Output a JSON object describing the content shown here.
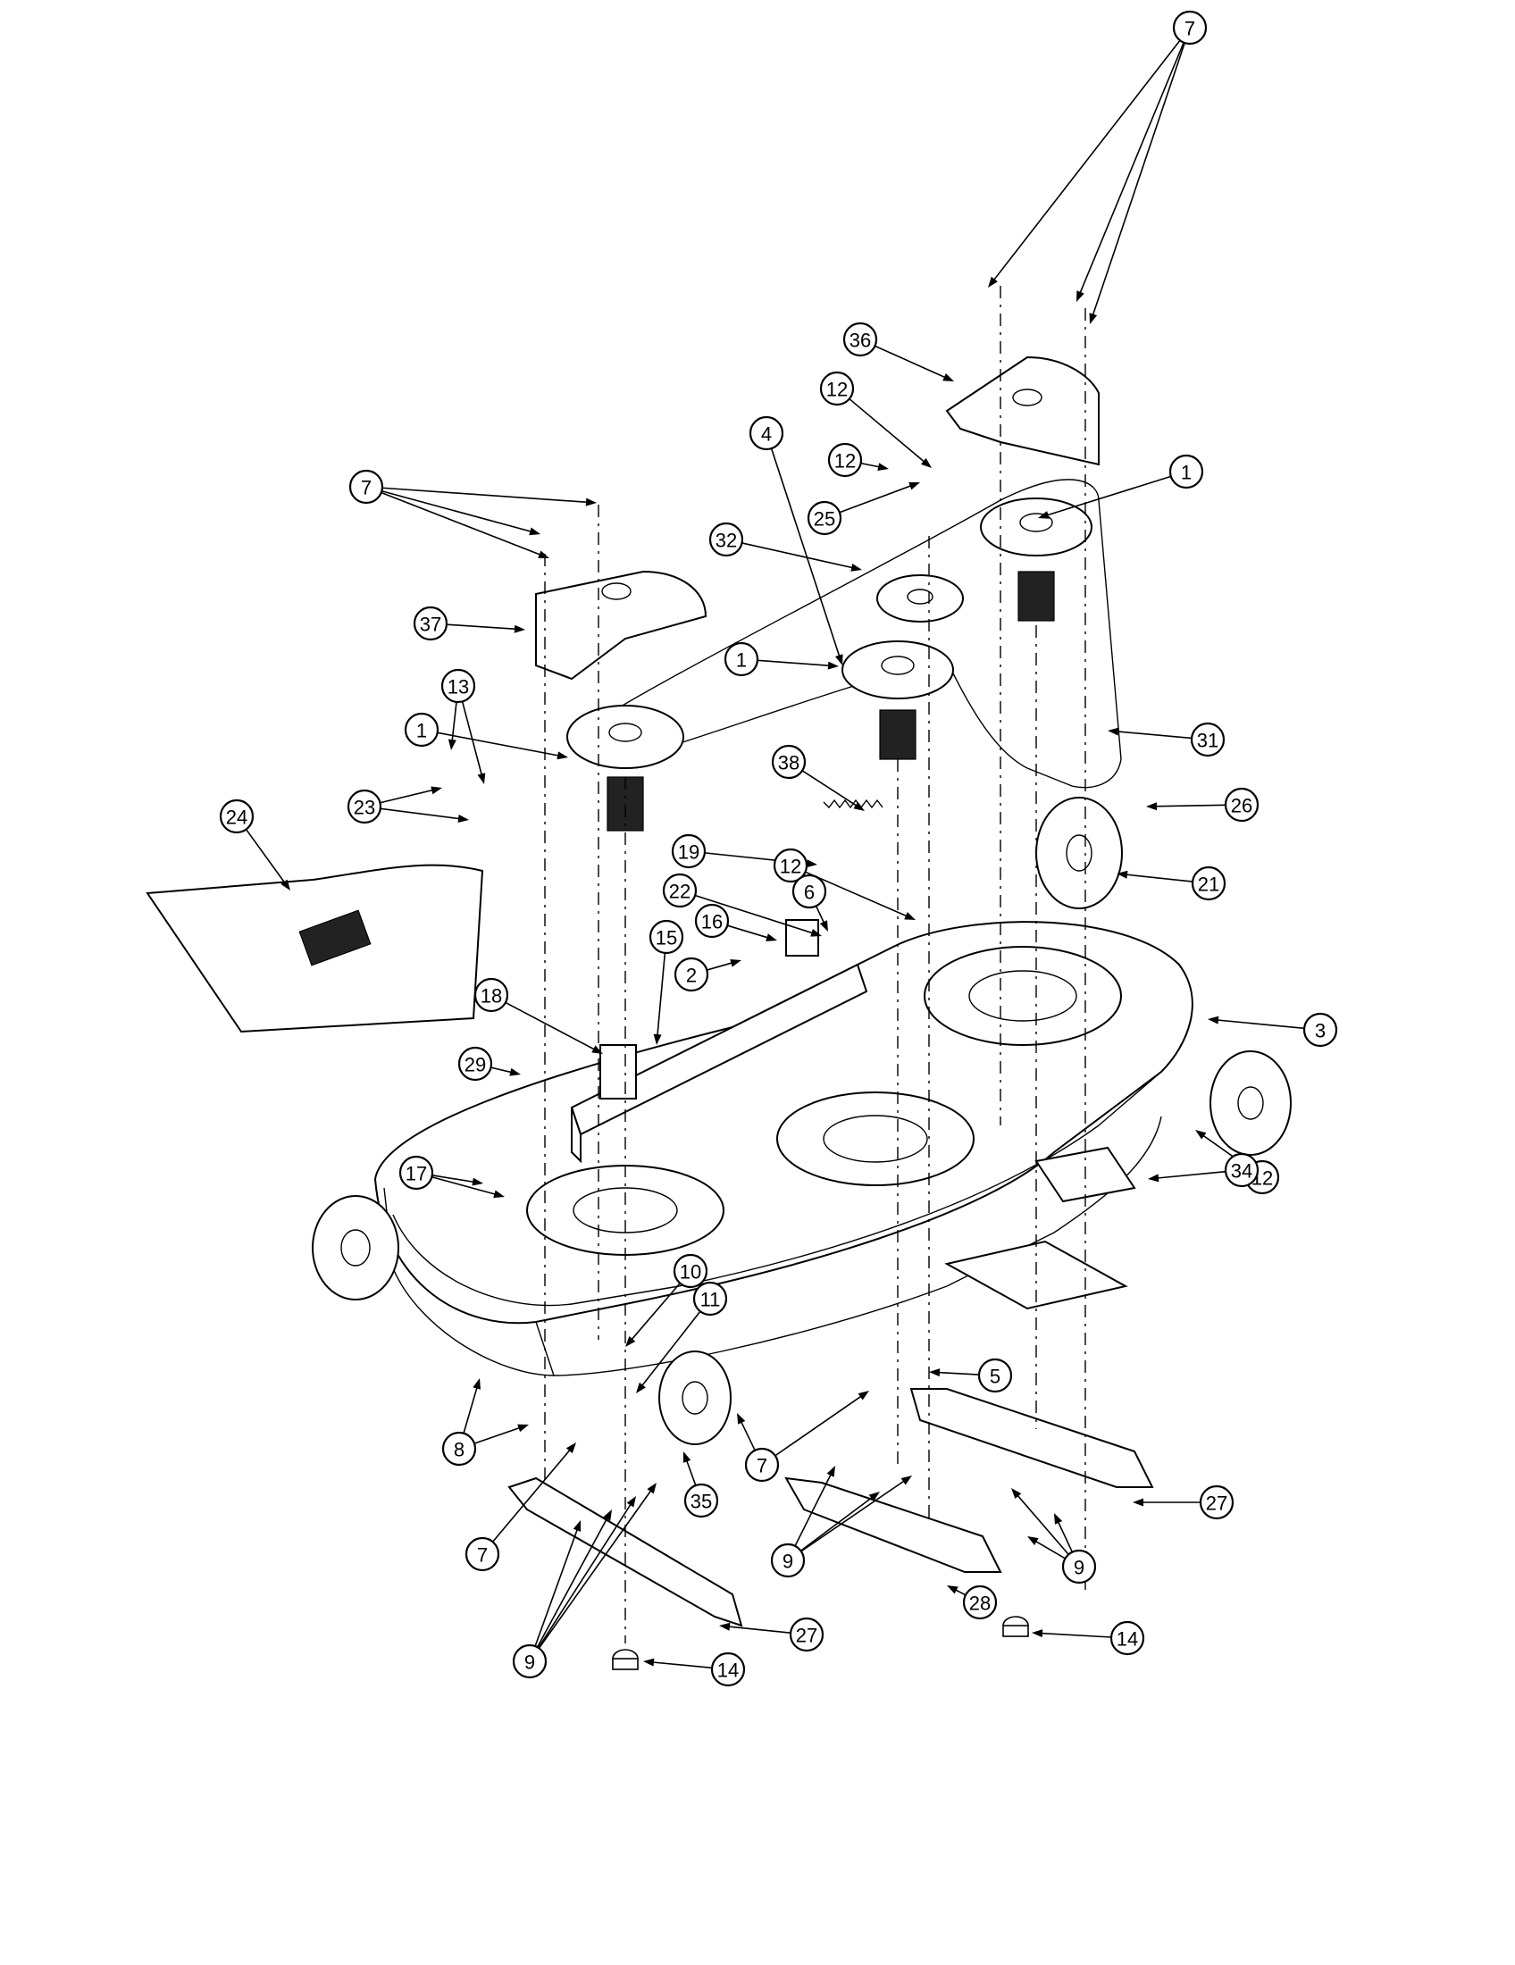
{
  "diagram": {
    "callouts": [
      {
        "id": "c-7-top-right",
        "label": "7"
      },
      {
        "id": "c-36",
        "label": "36"
      },
      {
        "id": "c-12-a",
        "label": "12"
      },
      {
        "id": "c-4",
        "label": "4"
      },
      {
        "id": "c-12-b",
        "label": "12"
      },
      {
        "id": "c-1-right",
        "label": "1"
      },
      {
        "id": "c-25",
        "label": "25"
      },
      {
        "id": "c-32",
        "label": "32"
      },
      {
        "id": "c-7-left",
        "label": "7"
      },
      {
        "id": "c-37",
        "label": "37"
      },
      {
        "id": "c-1-mid",
        "label": "1"
      },
      {
        "id": "c-13",
        "label": "13"
      },
      {
        "id": "c-1-left",
        "label": "1"
      },
      {
        "id": "c-31",
        "label": "31"
      },
      {
        "id": "c-23",
        "label": "23"
      },
      {
        "id": "c-38",
        "label": "38"
      },
      {
        "id": "c-26",
        "label": "26"
      },
      {
        "id": "c-24",
        "label": "24"
      },
      {
        "id": "c-19",
        "label": "19"
      },
      {
        "id": "c-12-c",
        "label": "12"
      },
      {
        "id": "c-21",
        "label": "21"
      },
      {
        "id": "c-22",
        "label": "22"
      },
      {
        "id": "c-6",
        "label": "6"
      },
      {
        "id": "c-16",
        "label": "16"
      },
      {
        "id": "c-15",
        "label": "15"
      },
      {
        "id": "c-2",
        "label": "2"
      },
      {
        "id": "c-3",
        "label": "3"
      },
      {
        "id": "c-18",
        "label": "18"
      },
      {
        "id": "c-29",
        "label": "29"
      },
      {
        "id": "c-12-d",
        "label": "12"
      },
      {
        "id": "c-17",
        "label": "17"
      },
      {
        "id": "c-34",
        "label": "34"
      },
      {
        "id": "c-10",
        "label": "10"
      },
      {
        "id": "c-11",
        "label": "11"
      },
      {
        "id": "c-5",
        "label": "5"
      },
      {
        "id": "c-8",
        "label": "8"
      },
      {
        "id": "c-35",
        "label": "35"
      },
      {
        "id": "c-7-bottom-mid",
        "label": "7"
      },
      {
        "id": "c-27-right",
        "label": "27"
      },
      {
        "id": "c-7-bottom-left",
        "label": "7"
      },
      {
        "id": "c-9-mid",
        "label": "9"
      },
      {
        "id": "c-9-right",
        "label": "9"
      },
      {
        "id": "c-28",
        "label": "28"
      },
      {
        "id": "c-27-left",
        "label": "27"
      },
      {
        "id": "c-9-left",
        "label": "9"
      },
      {
        "id": "c-14-left",
        "label": "14"
      },
      {
        "id": "c-14-right",
        "label": "14"
      }
    ]
  }
}
